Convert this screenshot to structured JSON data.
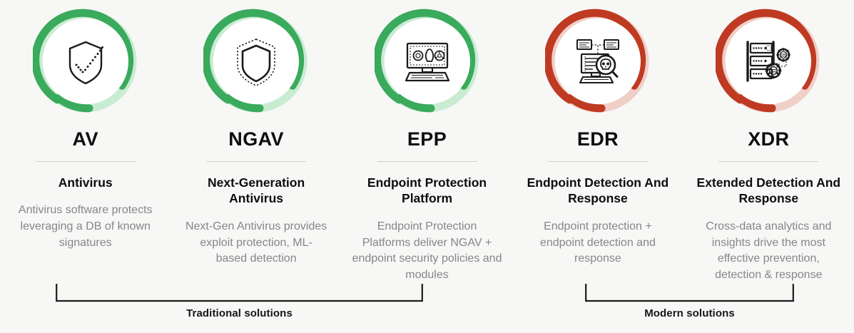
{
  "theme": {
    "background": "#f7f7f6",
    "green": "#3aaa5c",
    "green_light": "#c8ecd2",
    "red": "#bf3a22",
    "red_light": "#f0cfc7",
    "title_color": "#0d0d12",
    "body_color": "#86868c",
    "divider_color": "#cfcfcf"
  },
  "columns": [
    {
      "code": "AV",
      "fullname": "Antivirus",
      "description": "Antivirus software protects leveraging a DB of known signatures",
      "icon": "shield-check-icon",
      "ring_color": "green",
      "group": "traditional"
    },
    {
      "code": "NGAV",
      "fullname": "Next-Generation Antivirus",
      "description": "Next-Gen Antivirus provides exploit protection, ML-based detection",
      "icon": "shield-dotted-icon",
      "ring_color": "green",
      "group": "traditional"
    },
    {
      "code": "EPP",
      "fullname": "Endpoint Protection Platform",
      "description": "Endpoint Protection Platforms deliver NGAV + endpoint security policies and modules",
      "icon": "desktop-threats-icon",
      "ring_color": "green",
      "group": "traditional"
    },
    {
      "code": "EDR",
      "fullname": "Endpoint Detection And Response",
      "description": "Endpoint protection + endpoint detection and response",
      "icon": "endpoint-magnifier-skull-icon",
      "ring_color": "red",
      "group": "modern"
    },
    {
      "code": "XDR",
      "fullname": "Extended Detection And Response",
      "description": "Cross-data analytics and insights drive the most effective prevention, detection & response",
      "icon": "server-gears-icon",
      "ring_color": "red",
      "group": "modern"
    }
  ],
  "brackets": [
    {
      "label": "Traditional solutions"
    },
    {
      "label": "Modern solutions"
    }
  ]
}
